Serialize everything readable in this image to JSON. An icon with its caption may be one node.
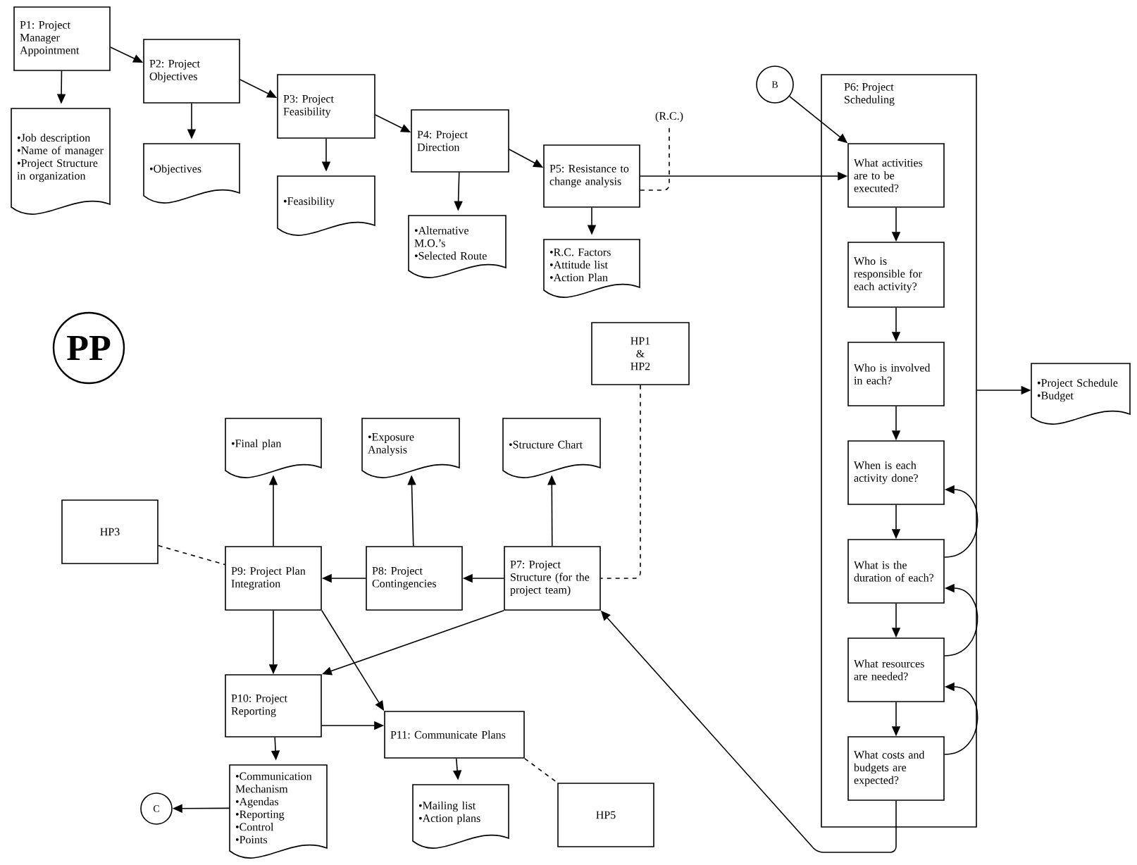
{
  "diagram": {
    "nodes": [
      {
        "text": [
          "P1: Project Manager Appointment"
        ]
      },
      {
        "text": [
          "•Job description",
          "•Name of manager",
          "•Project Structure in organization"
        ]
      },
      {
        "text": [
          "P2: Project Objectives"
        ]
      },
      {
        "text": [
          "•Objectives"
        ]
      },
      {
        "text": [
          "P3: Project Feasibility"
        ]
      },
      {
        "text": [
          "•Feasibility"
        ]
      },
      {
        "text": [
          "P4: Project Direction"
        ]
      },
      {
        "text": [
          "•Alternative M.O.’s",
          "•Selected Route"
        ]
      },
      {
        "text": [
          "P5: Resistance to change analysis"
        ]
      },
      {
        "text": [
          "(R.C.)"
        ]
      },
      {
        "text": [
          "B"
        ]
      },
      {
        "text": [
          "P6: Project Scheduling"
        ]
      },
      {
        "text": [
          "What activities are to be executed?"
        ],
        "in": 11
      },
      {
        "text": [
          "Who is responsible for each activity?"
        ],
        "in": 11
      },
      {
        "text": [
          "Who is involved in each?"
        ],
        "in": 11
      },
      {
        "text": [
          "When is each activity done?"
        ],
        "in": 11
      },
      {
        "text": [
          "What is the duration of each?"
        ],
        "in": 11
      },
      {
        "text": [
          "What resources are needed?"
        ],
        "in": 11
      },
      {
        "text": [
          "What costs and budgets are expected?"
        ],
        "in": 11
      },
      {
        "text": [
          "•Project Schedule",
          "•Budget"
        ]
      },
      {
        "text": [
          "•R.C. Factors",
          "•Attitude list",
          "•Action Plan"
        ]
      },
      {
        "text": [
          "HP1 & HP2"
        ]
      },
      {
        "text": [
          "•Structure Chart"
        ]
      },
      {
        "text": [
          "•Exposure Analysis"
        ]
      },
      {
        "text": [
          "•Final plan"
        ]
      },
      {
        "text": [
          "HP3"
        ]
      },
      {
        "text": [
          "P9: Project Plan Integration"
        ]
      },
      {
        "text": [
          "P8: Project Contingencies"
        ]
      },
      {
        "text": [
          "P7: Project Structure (for the project team)"
        ]
      },
      {
        "text": [
          "P10: Project Reporting"
        ]
      },
      {
        "text": [
          "P11: Communicate Plans"
        ]
      },
      {
        "text": [
          "•Communication Mechanism",
          "•Agendas",
          "•Reporting",
          "•Control",
          "•Points"
        ]
      },
      {
        "text": [
          "•Mailing list",
          "•Action plans"
        ]
      },
      {
        "text": [
          "HP5"
        ]
      },
      {
        "text": [
          "C"
        ]
      }
    ],
    "edges": [
      {
        "from": 0,
        "to": 2,
        "arrow": "to"
      },
      {
        "from": 0,
        "to": 1,
        "arrow": "to"
      },
      {
        "from": 2,
        "to": 4,
        "arrow": "to"
      },
      {
        "from": 2,
        "to": 3,
        "arrow": "to"
      },
      {
        "from": 4,
        "to": 6,
        "arrow": "to"
      },
      {
        "from": 4,
        "to": 5,
        "arrow": "to"
      },
      {
        "from": 6,
        "to": 8,
        "arrow": "to"
      },
      {
        "from": 6,
        "to": 7,
        "arrow": "to"
      },
      {
        "from": 8,
        "to": 20,
        "arrow": "to"
      },
      {
        "from": 8,
        "to": 12,
        "arrow": "to"
      },
      {
        "from": 8,
        "to": 9,
        "arrow": "none",
        "style": "dashed"
      },
      {
        "from": 10,
        "to": 12,
        "arrow": "to"
      },
      {
        "from": 12,
        "to": 13,
        "arrow": "to"
      },
      {
        "from": 13,
        "to": 14,
        "arrow": "to"
      },
      {
        "from": 14,
        "to": 15,
        "arrow": "to"
      },
      {
        "from": 15,
        "to": 16,
        "arrow": "to"
      },
      {
        "from": 16,
        "to": 17,
        "arrow": "to"
      },
      {
        "from": 17,
        "to": 18,
        "arrow": "to"
      },
      {
        "from": 16,
        "to": 15,
        "arrow": "to"
      },
      {
        "from": 17,
        "to": 16,
        "arrow": "to"
      },
      {
        "from": 18,
        "to": 17,
        "arrow": "to"
      },
      {
        "from": 11,
        "to": 19,
        "arrow": "to"
      },
      {
        "from": 18,
        "to": 28,
        "arrow": "to"
      },
      {
        "from": 21,
        "to": 28,
        "arrow": "none",
        "style": "dashed"
      },
      {
        "from": 28,
        "to": 27,
        "arrow": "to"
      },
      {
        "from": 27,
        "to": 26,
        "arrow": "to"
      },
      {
        "from": 28,
        "to": 22,
        "arrow": "to"
      },
      {
        "from": 27,
        "to": 23,
        "arrow": "to"
      },
      {
        "from": 26,
        "to": 24,
        "arrow": "to"
      },
      {
        "from": 25,
        "to": 26,
        "arrow": "none",
        "style": "dashed"
      },
      {
        "from": 26,
        "to": 29,
        "arrow": "to"
      },
      {
        "from": 26,
        "to": 30,
        "arrow": "to"
      },
      {
        "from": 28,
        "to": 29,
        "arrow": "to"
      },
      {
        "from": 29,
        "to": 30,
        "arrow": "to"
      },
      {
        "from": 29,
        "to": 31,
        "arrow": "to"
      },
      {
        "from": 30,
        "to": 32,
        "arrow": "to"
      },
      {
        "from": 30,
        "to": 33,
        "arrow": "none",
        "style": "dashed"
      },
      {
        "from": 31,
        "to": 34,
        "arrow": "to"
      }
    ],
    "labels": [
      "PP"
    ]
  }
}
